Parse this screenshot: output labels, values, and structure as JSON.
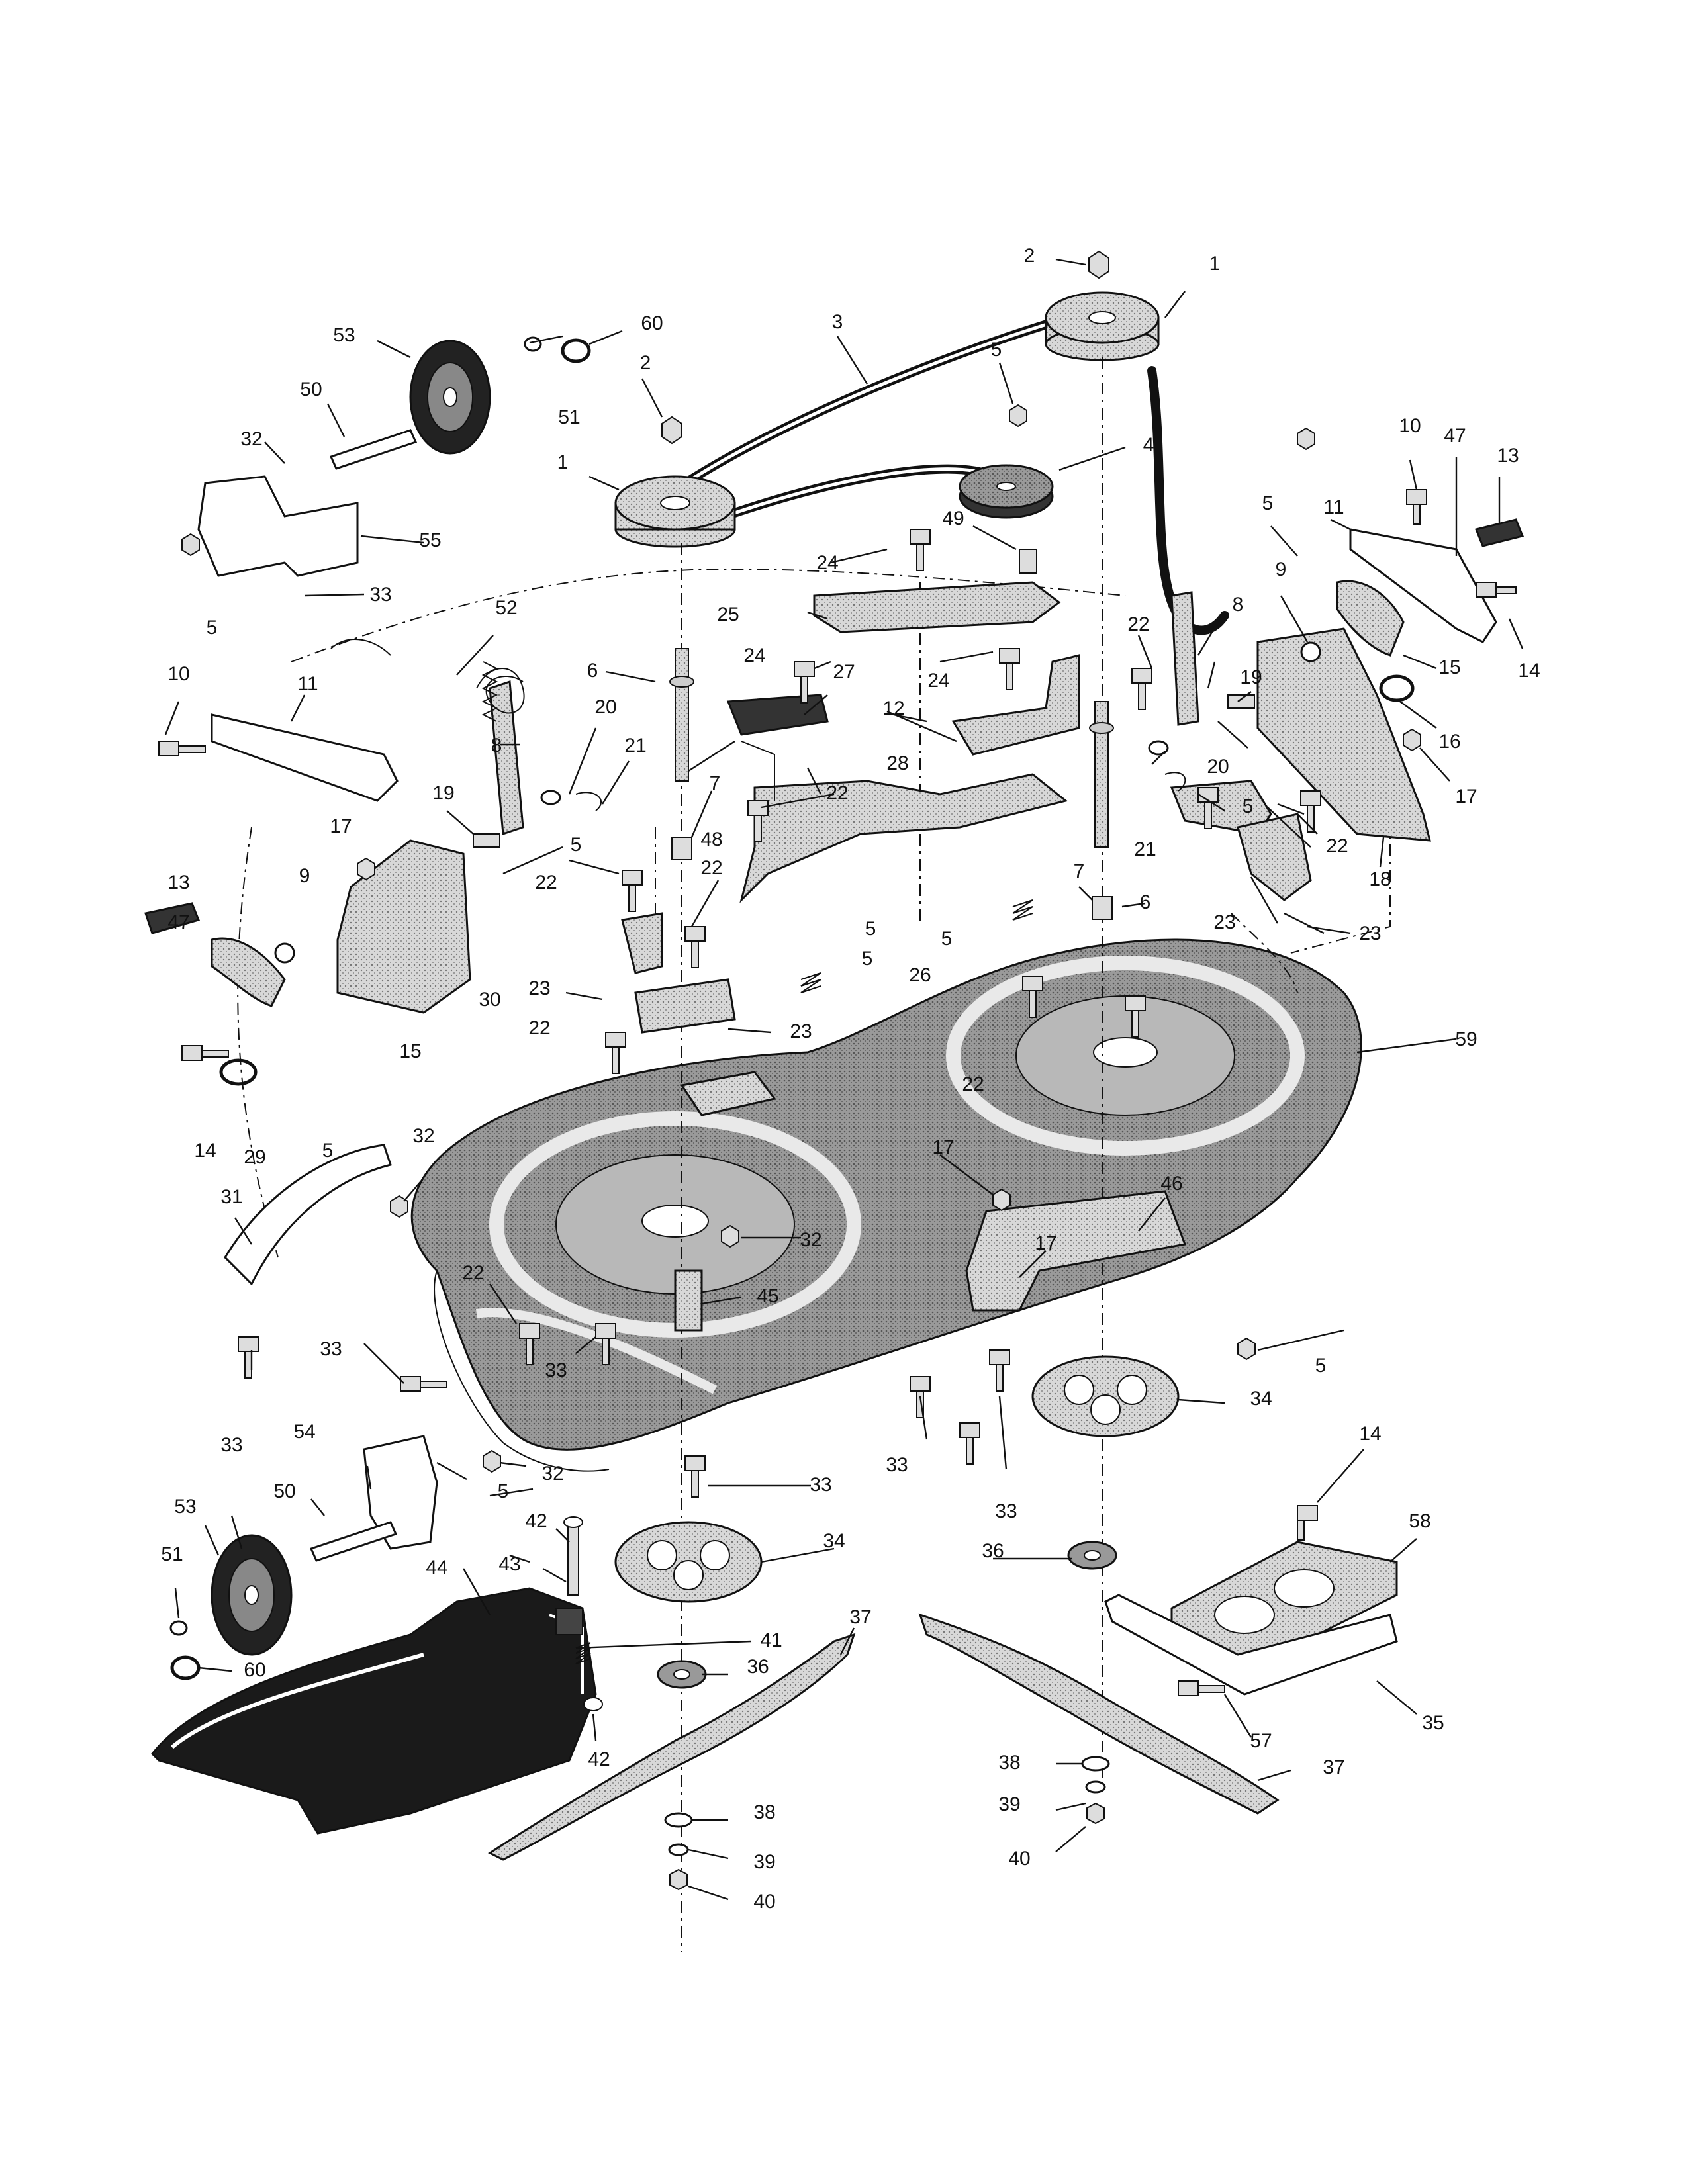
{
  "diagram": {
    "type": "exploded parts diagram",
    "callouts": [
      "1",
      "2",
      "3",
      "4",
      "5",
      "6",
      "7",
      "8",
      "9",
      "10",
      "11",
      "12",
      "13",
      "14",
      "15",
      "16",
      "17",
      "18",
      "19",
      "20",
      "21",
      "22",
      "23",
      "24",
      "25",
      "26",
      "27",
      "28",
      "29",
      "30",
      "31",
      "32",
      "33",
      "34",
      "35",
      "36",
      "37",
      "38",
      "39",
      "40",
      "41",
      "42",
      "43",
      "44",
      "45",
      "46",
      "47",
      "48",
      "49",
      "50",
      "51",
      "52",
      "53",
      "54",
      "55",
      "57",
      "58",
      "59",
      "60"
    ]
  },
  "colors": {
    "ink": "#111111",
    "deck_fill": "#8a8a8a",
    "deck_light": "#cfcfcf",
    "chute_fill": "#1a1a1a",
    "paper": "#ffffff"
  }
}
